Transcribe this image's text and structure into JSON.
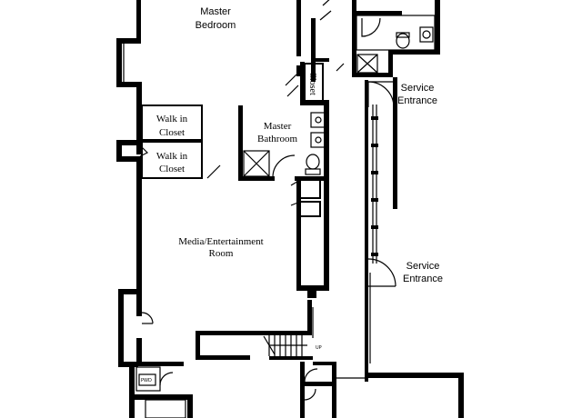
{
  "rooms": {
    "master_bedroom": [
      "Master",
      "Bedroom"
    ],
    "closet": "Closet",
    "walk_in_closet_1": [
      "Walk in",
      "Closet"
    ],
    "walk_in_closet_2": [
      "Walk in",
      "Closet"
    ],
    "master_bathroom": [
      "Master",
      "Bathroom"
    ],
    "media_room": [
      "Media/Entertainment",
      "Room"
    ],
    "service_entrance_1": [
      "Service",
      "Entrance"
    ],
    "service_entrance_2": [
      "Service",
      "Entrance"
    ]
  },
  "stair": {
    "label": "UP"
  },
  "appliance": {
    "label": "PWD"
  }
}
